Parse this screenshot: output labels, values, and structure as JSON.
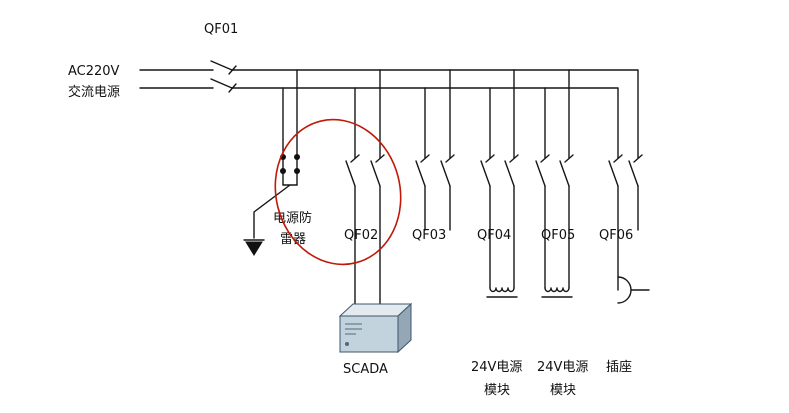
{
  "diagram": {
    "main_breaker_label": "QF01",
    "source_line1": "AC220V",
    "source_line2": "交流电源",
    "surge_protector_line1": "电源防",
    "surge_protector_line2": "雷器",
    "branches": [
      {
        "id": "QF02",
        "load": "SCADA"
      },
      {
        "id": "QF03",
        "load": ""
      },
      {
        "id": "QF04",
        "load_line1": "24V电源",
        "load_line2": "模块"
      },
      {
        "id": "QF05",
        "load_line1": "24V电源",
        "load_line2": "模块"
      },
      {
        "id": "QF06",
        "load": "插座"
      }
    ],
    "wire_color": "#161616",
    "highlight_color": "#c21807"
  }
}
